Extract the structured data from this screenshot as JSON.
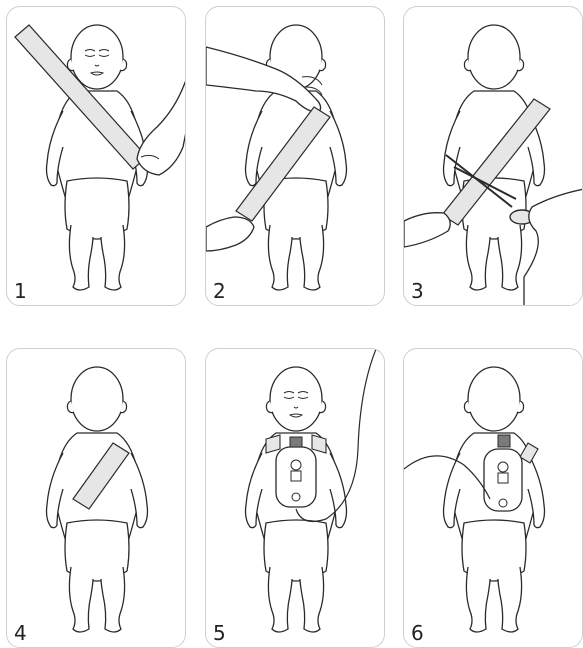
{
  "steps": [
    {
      "number": "1",
      "view": "front"
    },
    {
      "number": "2",
      "view": "back"
    },
    {
      "number": "3",
      "view": "back"
    },
    {
      "number": "4",
      "view": "back"
    },
    {
      "number": "5",
      "view": "front"
    },
    {
      "number": "6",
      "view": "back"
    }
  ],
  "colors": {
    "strap": "#e6e6e6",
    "line": "#2a2a2a",
    "pad": "#ffffff",
    "pad_connector": "#7a7a7a",
    "panel_border": "#cfcfcf"
  }
}
